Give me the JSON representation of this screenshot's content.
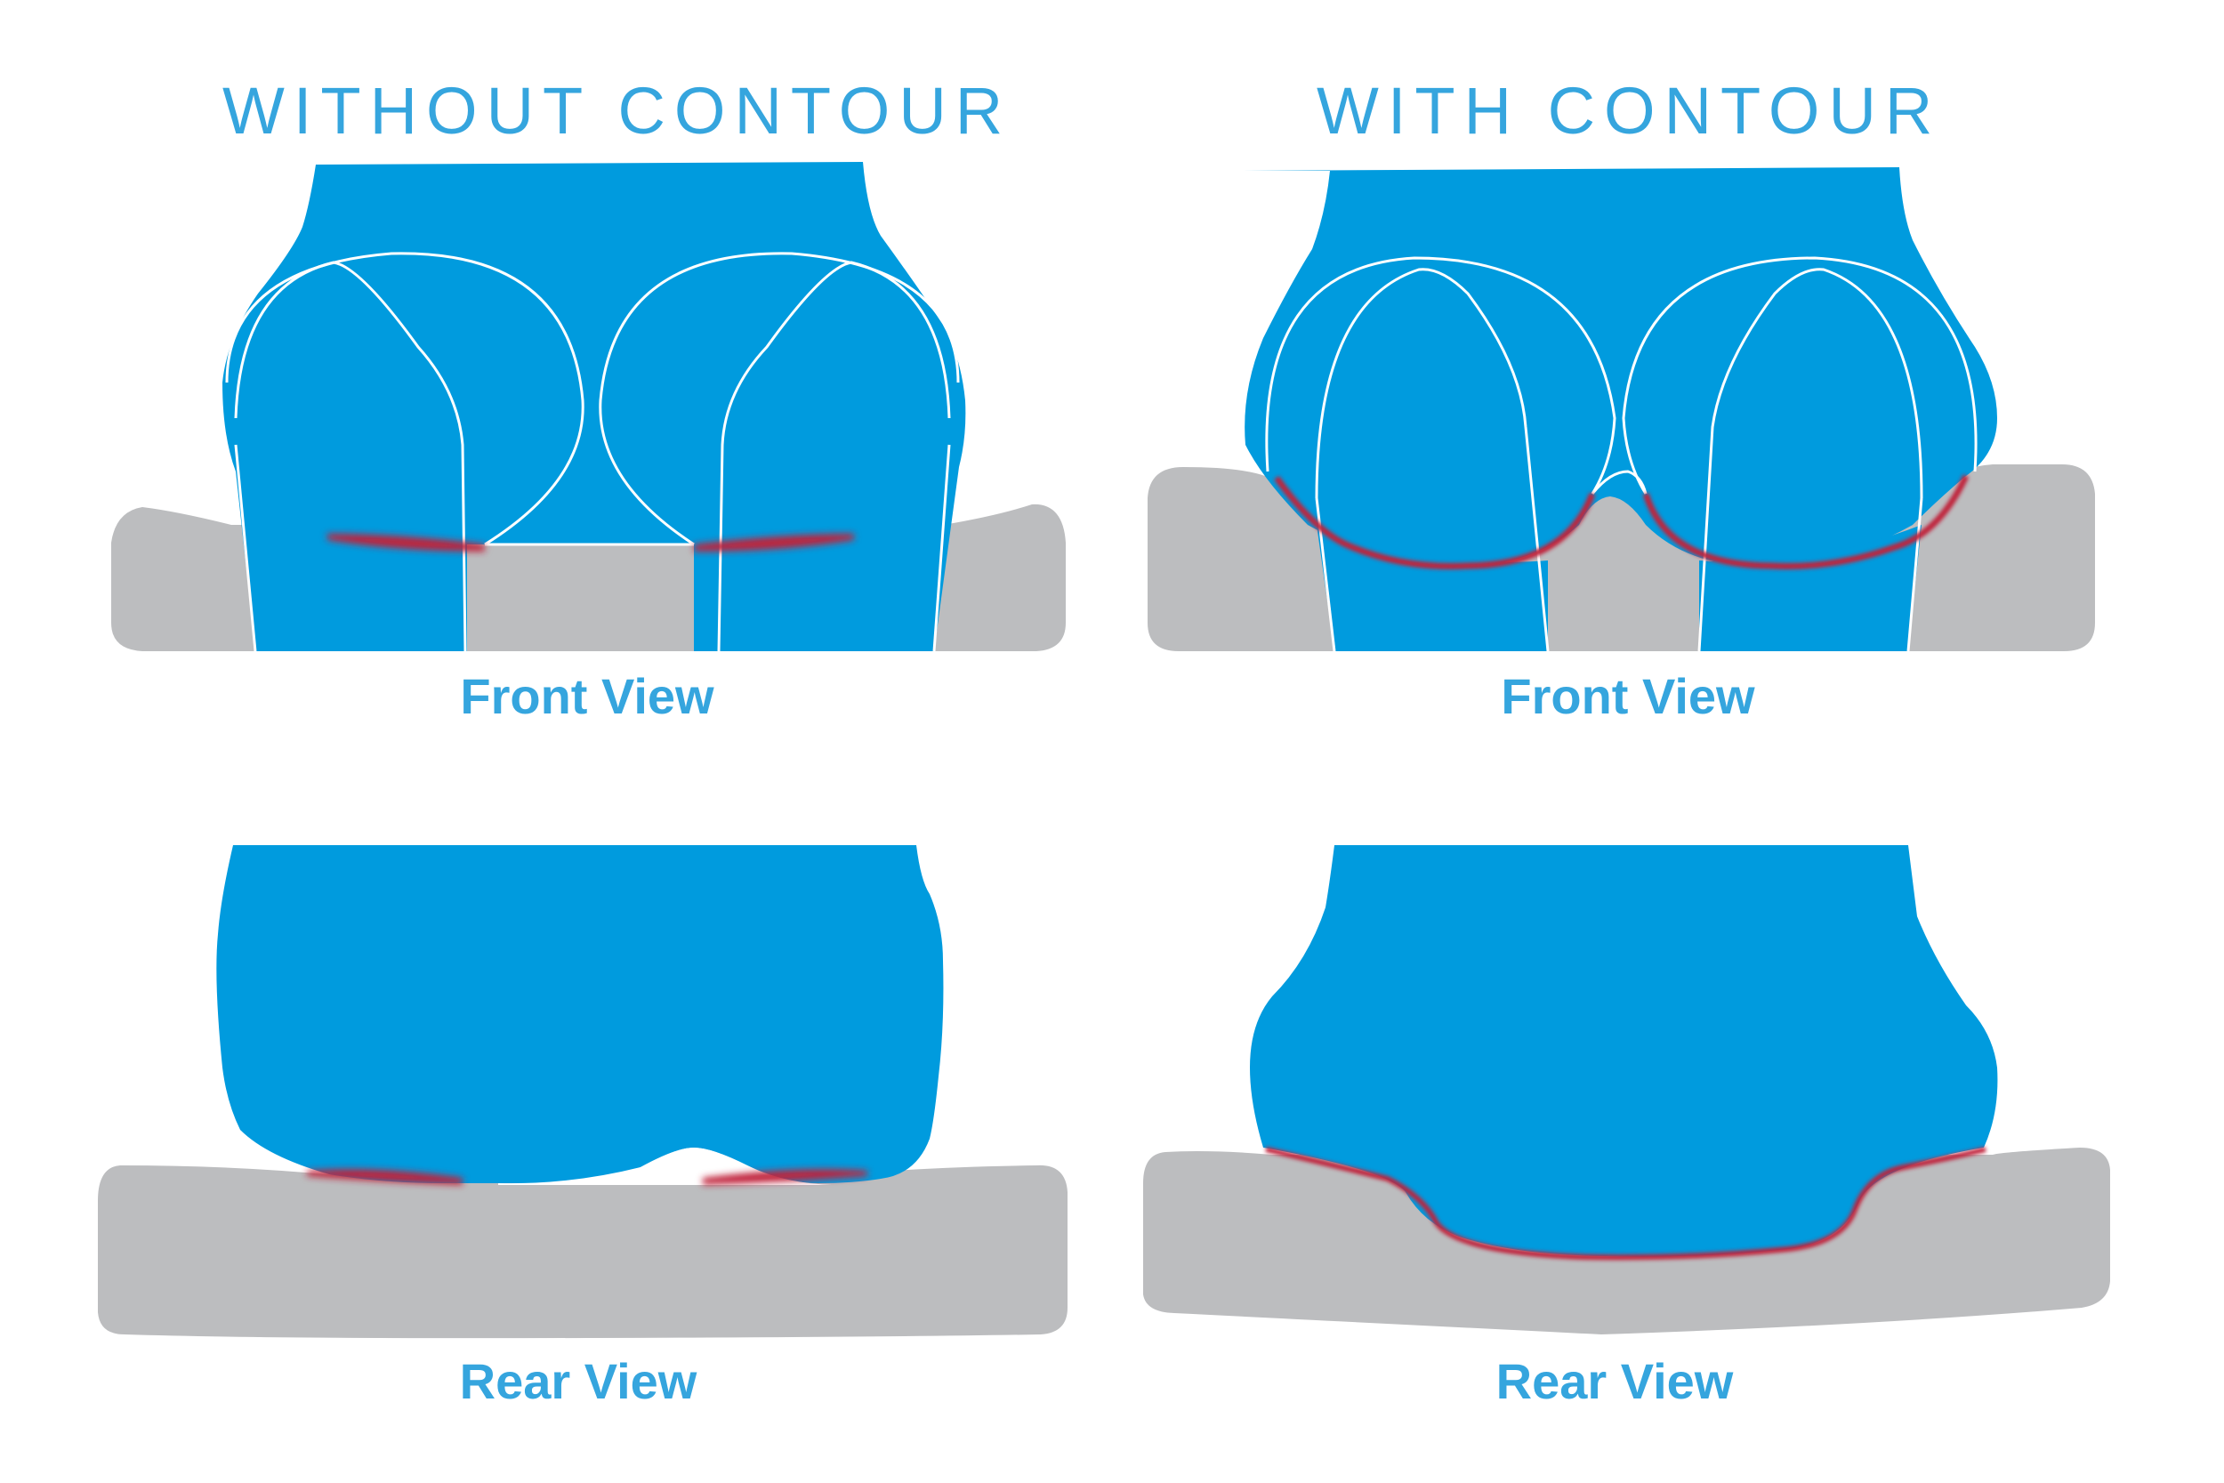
{
  "columns": [
    {
      "title": "WITHOUT CONTOUR",
      "front_label": "Front View",
      "rear_label": "Rear View"
    },
    {
      "title": "WITH CONTOUR",
      "front_label": "Front View",
      "rear_label": "Rear View"
    }
  ],
  "colors": {
    "body_blue": "#009bde",
    "title_blue": "#35a5de",
    "cushion_gray": "#bcbdbf",
    "pressure_red": "#c0203a",
    "outline_white": "#ffffff",
    "background": "#ffffff"
  }
}
